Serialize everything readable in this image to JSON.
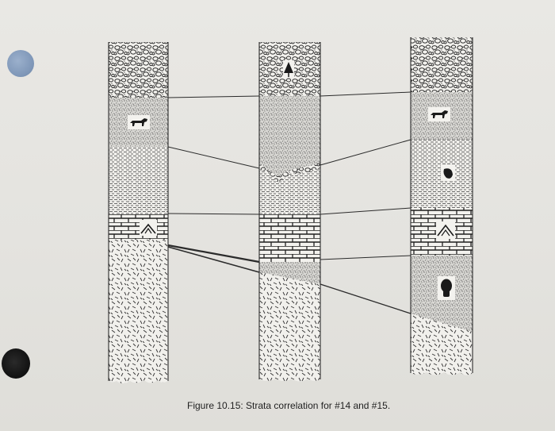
{
  "caption": "Figure 10.15: Strata correlation for #14 and #15.",
  "columns": [
    {
      "id": "left",
      "layers": [
        "conglomerate",
        "sandstone",
        "shale",
        "limestone",
        "igneous"
      ],
      "fossils": [
        "quadruped-mammal",
        "bird-track"
      ]
    },
    {
      "id": "middle",
      "layers": [
        "conglomerate",
        "sandstone",
        "shale",
        "limestone",
        "sandstone",
        "igneous"
      ],
      "fossils": [
        "tree-leaf"
      ]
    },
    {
      "id": "right",
      "layers": [
        "conglomerate",
        "sandstone",
        "shale",
        "limestone",
        "sandstone",
        "igneous"
      ],
      "fossils": [
        "quadruped-mammal",
        "seed",
        "bird-track",
        "skull"
      ]
    }
  ],
  "colors": {
    "ink": "#2b2b2b",
    "paper": "#e7e6e2",
    "punch_hole_top": "#8aa1c1",
    "punch_hole_bottom": "#111111"
  }
}
